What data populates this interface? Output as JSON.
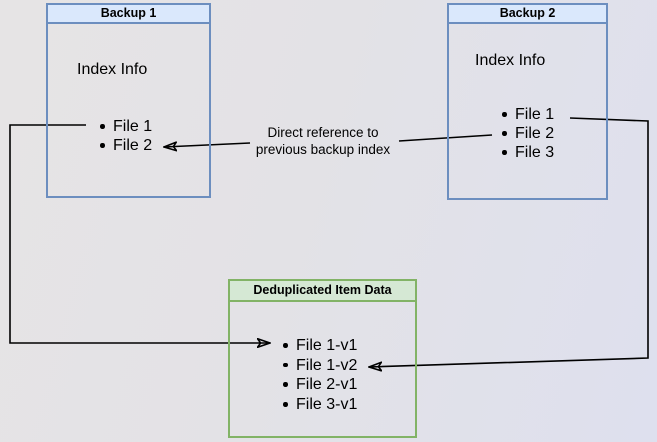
{
  "diagram": {
    "backup1": {
      "title": "Backup 1",
      "section_label": "Index Info",
      "items": [
        "File 1",
        "File 2"
      ]
    },
    "backup2": {
      "title": "Backup 2",
      "section_label": "Index Info",
      "items": [
        "File 1",
        "File 2",
        "File 3"
      ]
    },
    "dedup": {
      "title": "Deduplicated Item Data",
      "items": [
        "File 1-v1",
        "File 1-v2",
        "File 2-v1",
        "File 3-v1"
      ]
    },
    "arrow_label": {
      "line1": "Direct reference to",
      "line2": "previous backup index"
    },
    "colors": {
      "blue_border": "#6c8ebf",
      "blue_header_fill": "#dae8fc",
      "green_border": "#82b366",
      "green_header_fill": "#d5e8d4",
      "connector": "#000000",
      "background_left": "#e6e4e5",
      "background_right": "#dee0ee"
    }
  }
}
